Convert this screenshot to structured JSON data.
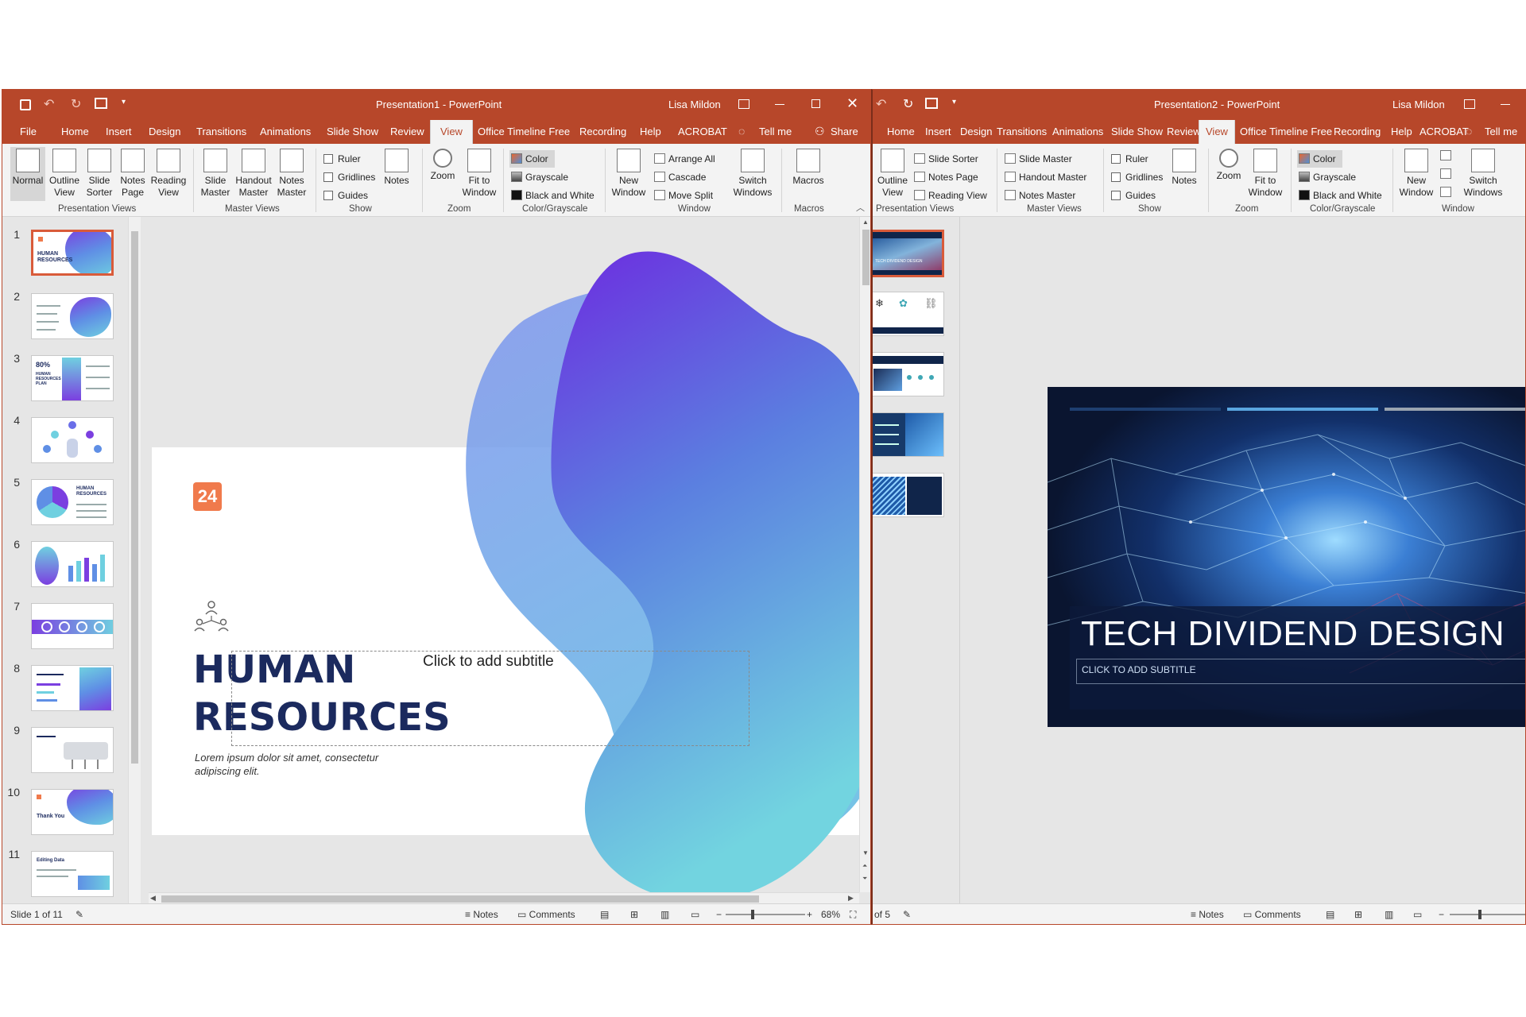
{
  "window1": {
    "title": "Presentation1  -  PowerPoint",
    "user": "Lisa Mildon",
    "tabs": [
      "File",
      "Home",
      "Insert",
      "Design",
      "Transitions",
      "Animations",
      "Slide Show",
      "Review",
      "View",
      "Office Timeline Free",
      "Recording",
      "Help",
      "ACROBAT",
      "Tell me",
      "Share"
    ],
    "active_tab": "View",
    "ribbon": {
      "presentation_views": {
        "label": "Presentation Views",
        "buttons": [
          "Normal",
          "Outline View",
          "Slide Sorter",
          "Notes Page",
          "Reading View"
        ]
      },
      "master_views": {
        "label": "Master Views",
        "buttons": [
          "Slide Master",
          "Handout Master",
          "Notes Master"
        ]
      },
      "show": {
        "label": "Show",
        "checks": [
          "Ruler",
          "Gridlines",
          "Guides"
        ],
        "notes": "Notes"
      },
      "zoom": {
        "label": "Zoom",
        "buttons": [
          "Zoom",
          "Fit to Window"
        ]
      },
      "color": {
        "label": "Color/Grayscale",
        "items": [
          "Color",
          "Grayscale",
          "Black and White"
        ]
      },
      "window": {
        "label": "Window",
        "new_window": "New Window",
        "items": [
          "Arrange All",
          "Cascade",
          "Move Split"
        ],
        "switch": "Switch Windows"
      },
      "macros": {
        "label": "Macros",
        "button": "Macros"
      }
    },
    "thumbnails": [
      "1",
      "2",
      "3",
      "4",
      "5",
      "6",
      "7",
      "8",
      "9",
      "10",
      "11"
    ],
    "thumb_texts": {
      "t1": "HUMAN RESOURCES",
      "t3": "80%",
      "t3b": "HUMAN RESOURCES PLAN",
      "t5": "HUMAN RESOURCES",
      "t10": "Thank You",
      "t11": "Editing Data"
    },
    "slide": {
      "logo": "24",
      "title_line1": "HUMAN",
      "title_line2": "RESOURCES",
      "subtitle_placeholder": "Click to add subtitle",
      "body": "Lorem ipsum dolor sit amet, consectetur adipiscing elit."
    },
    "status": {
      "slide": "Slide 1 of 11",
      "notes": "Notes",
      "comments": "Comments",
      "zoom": "68%"
    }
  },
  "window2": {
    "title": "Presentation2  -  PowerPoint",
    "user": "Lisa Mildon",
    "tabs": [
      "Home",
      "Insert",
      "Design",
      "Transitions",
      "Animations",
      "Slide Show",
      "Review",
      "View",
      "Office Timeline Free",
      "Recording",
      "Help",
      "ACROBAT",
      "Tell me"
    ],
    "active_tab": "View",
    "ribbon": {
      "presentation_views": {
        "label": "Presentation Views",
        "big": "Outline View",
        "items": [
          "Slide Sorter",
          "Notes Page",
          "Reading View"
        ]
      },
      "master_views": {
        "label": "Master Views",
        "items": [
          "Slide Master",
          "Handout Master",
          "Notes Master"
        ]
      },
      "show": {
        "label": "Show",
        "checks": [
          "Ruler",
          "Gridlines",
          "Guides"
        ],
        "notes": "Notes"
      },
      "zoom": {
        "label": "Zoom",
        "buttons": [
          "Zoom",
          "Fit to Window"
        ]
      },
      "color": {
        "label": "Color/Grayscale",
        "items": [
          "Color",
          "Grayscale",
          "Black and White"
        ]
      },
      "window": {
        "label": "Window",
        "new_window": "New Window",
        "switch": "Switch Windows"
      }
    },
    "slide": {
      "title": "TECH DIVIDEND DESIGN",
      "subtitle_placeholder": "CLICK TO ADD SUBTITLE"
    },
    "thumb_texts": {
      "t1": "TECH DIVIDEND DESIGN"
    },
    "status": {
      "slide": "of 5",
      "notes": "Notes",
      "comments": "Comments"
    }
  },
  "colors": {
    "accent": "#b7472a",
    "ribbon": "#f3f3f3",
    "canvas": "#e6e6e6",
    "title_navy": "#1b2a5e",
    "logo_orange": "#f07a4c"
  }
}
